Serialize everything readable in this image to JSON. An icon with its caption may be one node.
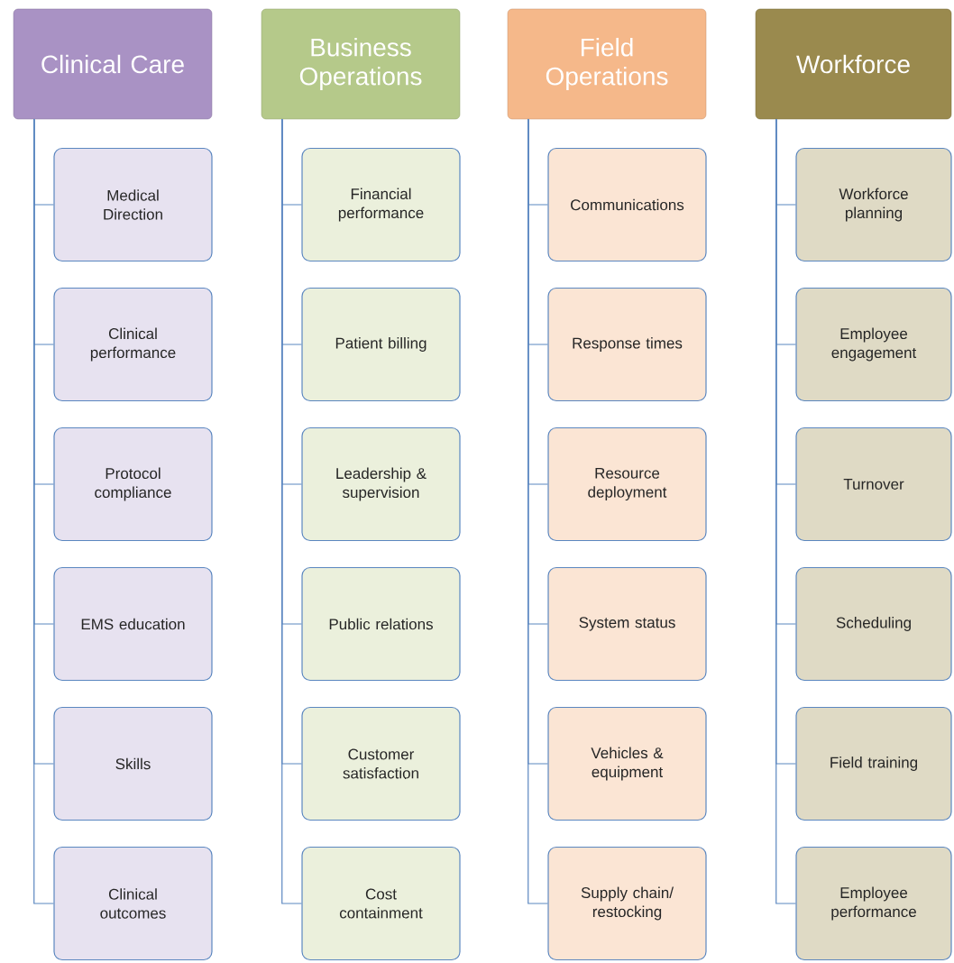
{
  "diagram": {
    "nodes": [
      {
        "text": [
          "Clinical Care"
        ]
      },
      {
        "text": [
          "Medical Direction"
        ]
      },
      {
        "text": [
          "Clinical performance"
        ]
      },
      {
        "text": [
          "Protocol compliance"
        ]
      },
      {
        "text": [
          "EMS education"
        ]
      },
      {
        "text": [
          "Skills"
        ]
      },
      {
        "text": [
          "Clinical outcomes"
        ]
      },
      {
        "text": [
          "Business Operations"
        ]
      },
      {
        "text": [
          "Financial performance"
        ]
      },
      {
        "text": [
          "Patient billing"
        ]
      },
      {
        "text": [
          "Leadership & supervision"
        ]
      },
      {
        "text": [
          "Public relations"
        ]
      },
      {
        "text": [
          "Customer satisfaction"
        ]
      },
      {
        "text": [
          "Cost containment"
        ]
      },
      {
        "text": [
          "Field Operations"
        ]
      },
      {
        "text": [
          "Communications"
        ]
      },
      {
        "text": [
          "Response times"
        ]
      },
      {
        "text": [
          "Resource deployment"
        ]
      },
      {
        "text": [
          "System status"
        ]
      },
      {
        "text": [
          "Vehicles & equipment"
        ]
      },
      {
        "text": [
          "Supply chain/ restocking"
        ]
      },
      {
        "text": [
          "Workforce"
        ]
      },
      {
        "text": [
          "Workforce planning"
        ]
      },
      {
        "text": [
          "Employee engagement"
        ]
      },
      {
        "text": [
          "Turnover"
        ]
      },
      {
        "text": [
          "Scheduling"
        ]
      },
      {
        "text": [
          "Field training"
        ]
      },
      {
        "text": [
          "Employee performance"
        ]
      }
    ],
    "edges": [
      {
        "from": 0,
        "to": 1,
        "arrow": "none"
      },
      {
        "from": 0,
        "to": 2,
        "arrow": "none"
      },
      {
        "from": 0,
        "to": 3,
        "arrow": "none"
      },
      {
        "from": 0,
        "to": 4,
        "arrow": "none"
      },
      {
        "from": 0,
        "to": 5,
        "arrow": "none"
      },
      {
        "from": 0,
        "to": 6,
        "arrow": "none"
      },
      {
        "from": 7,
        "to": 8,
        "arrow": "none"
      },
      {
        "from": 7,
        "to": 9,
        "arrow": "none"
      },
      {
        "from": 7,
        "to": 10,
        "arrow": "none"
      },
      {
        "from": 7,
        "to": 11,
        "arrow": "none"
      },
      {
        "from": 7,
        "to": 12,
        "arrow": "none"
      },
      {
        "from": 7,
        "to": 13,
        "arrow": "none"
      },
      {
        "from": 14,
        "to": 15,
        "arrow": "none"
      },
      {
        "from": 14,
        "to": 16,
        "arrow": "none"
      },
      {
        "from": 14,
        "to": 17,
        "arrow": "none"
      },
      {
        "from": 14,
        "to": 18,
        "arrow": "none"
      },
      {
        "from": 14,
        "to": 19,
        "arrow": "none"
      },
      {
        "from": 14,
        "to": 20,
        "arrow": "none"
      },
      {
        "from": 21,
        "to": 22,
        "arrow": "none"
      },
      {
        "from": 21,
        "to": 23,
        "arrow": "none"
      },
      {
        "from": 21,
        "to": 24,
        "arrow": "none"
      },
      {
        "from": 21,
        "to": 25,
        "arrow": "none"
      },
      {
        "from": 21,
        "to": 26,
        "arrow": "none"
      },
      {
        "from": 21,
        "to": 27,
        "arrow": "none"
      }
    ]
  }
}
